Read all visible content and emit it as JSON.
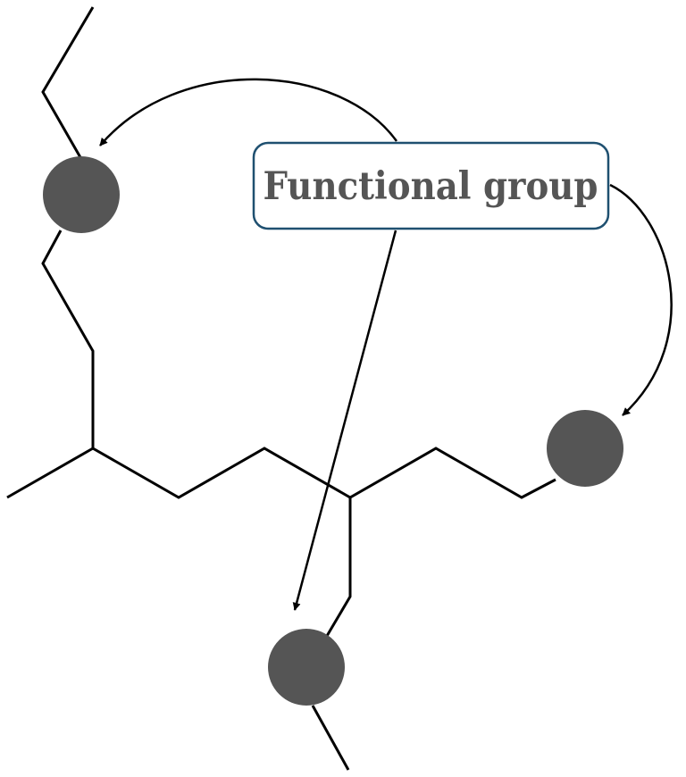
{
  "label": {
    "text": "Functional group"
  },
  "colors": {
    "atom_fill": "#555555",
    "bond": "#000000",
    "label_border": "#1f5070",
    "label_text": "#555555"
  },
  "atoms": [
    {
      "name": "functional-group-atom-top-left"
    },
    {
      "name": "functional-group-atom-right"
    },
    {
      "name": "functional-group-atom-bottom"
    }
  ],
  "arrows": [
    {
      "name": "arrow-to-top-left-atom"
    },
    {
      "name": "arrow-to-right-atom"
    },
    {
      "name": "arrow-to-bottom-atom"
    }
  ]
}
